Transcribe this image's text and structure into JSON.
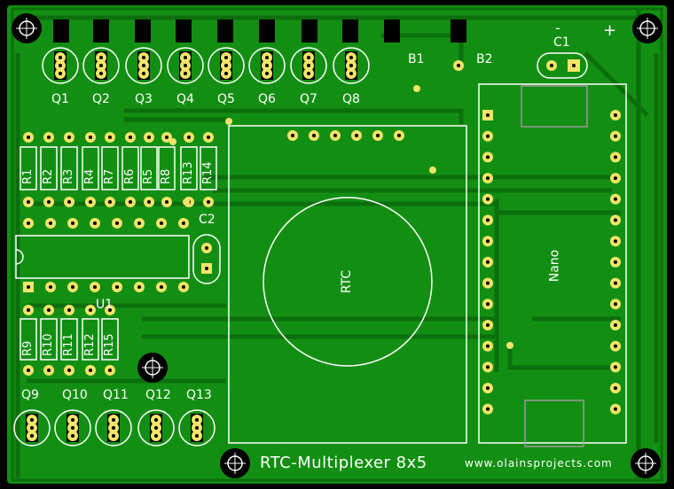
{
  "board": {
    "title": "RTC-Multiplexer  8x5",
    "website": "www.olainsprojects.com",
    "colors": {
      "background": "#000000",
      "copper": "#128f12",
      "trace": "#0c6e0c",
      "silkscreen": "#ffffff",
      "pad": "#f2e36a",
      "board_edge": "#0d5a0d"
    }
  },
  "transistors_top": [
    "Q1",
    "Q2",
    "Q3",
    "Q4",
    "Q5",
    "Q6",
    "Q7",
    "Q8"
  ],
  "transistors_bottom": [
    "Q9",
    "Q10",
    "Q11",
    "Q12",
    "Q13"
  ],
  "resistors_top": [
    "R1",
    "R2",
    "R3",
    "R4",
    "R7",
    "R6",
    "R5",
    "R8",
    "R13",
    "R14"
  ],
  "resistors_bottom": [
    "R9",
    "R10",
    "R11",
    "R12",
    "R15"
  ],
  "ic": {
    "label": "U1"
  },
  "capacitors": {
    "c1": "C1",
    "c2": "C2"
  },
  "polarity": {
    "minus": "-",
    "plus": "+"
  },
  "buttons": {
    "b1": "B1",
    "b2": "B2"
  },
  "modules": {
    "rtc": "RTC",
    "nano": "Nano"
  },
  "icons": [
    "mounting-hole-icon",
    "crosshair-icon"
  ]
}
